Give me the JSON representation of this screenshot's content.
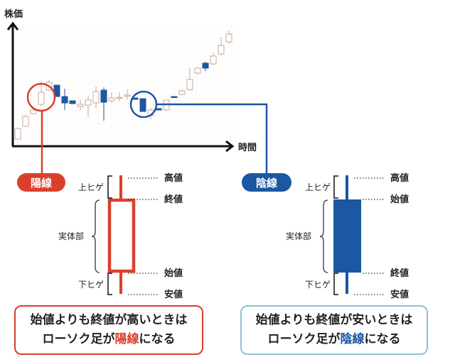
{
  "colors": {
    "yang": "#d9402c",
    "yin": "#1b57a2",
    "grid": "#f1e7e4",
    "candle_light": "#c9a898",
    "blue_box_border": "#8fc1dc"
  },
  "chart": {
    "y_axis_label": "株価",
    "x_axis_label": "時間",
    "candles": [
      {
        "o": 4,
        "c": 19,
        "h": 20,
        "l": 3
      },
      {
        "o": 22,
        "c": 36,
        "h": 38,
        "l": 21
      },
      {
        "o": 40,
        "c": 45,
        "h": 49,
        "l": 39
      },
      {
        "o": 53,
        "c": 70,
        "h": 85,
        "l": 50
      },
      {
        "o": 73,
        "c": 84,
        "h": 88,
        "l": 72
      },
      {
        "o": 80,
        "c": 64,
        "h": 80,
        "l": 64
      },
      {
        "o": 64,
        "c": 55,
        "h": 75,
        "l": 45
      },
      {
        "o": 58,
        "c": 54,
        "h": 58,
        "l": 54
      },
      {
        "o": 50,
        "c": 53,
        "h": 60,
        "l": 45
      },
      {
        "o": 52,
        "c": 59,
        "h": 65,
        "l": 35
      },
      {
        "o": 55,
        "c": 71,
        "h": 78,
        "l": 47
      },
      {
        "o": 73,
        "c": 56,
        "h": 77,
        "l": 30
      },
      {
        "o": 58,
        "c": 62,
        "h": 70,
        "l": 55
      },
      {
        "o": 63,
        "c": 63,
        "h": 70,
        "l": 57
      },
      {
        "o": 66,
        "c": 66,
        "h": 74,
        "l": 60
      },
      {
        "o": 62,
        "c": 60,
        "h": 62,
        "l": 60
      },
      {
        "o": 61,
        "c": 43,
        "h": 61,
        "l": 43
      },
      {
        "o": 37,
        "c": 45,
        "h": 48,
        "l": 32
      },
      {
        "o": 47,
        "c": 45,
        "h": 47,
        "l": 45
      },
      {
        "o": 45,
        "c": 59,
        "h": 60,
        "l": 44
      },
      {
        "o": 64,
        "c": 63,
        "h": 64,
        "l": 63
      },
      {
        "o": 67,
        "c": 72,
        "h": 74,
        "l": 66
      },
      {
        "o": 74,
        "c": 88,
        "h": 105,
        "l": 72
      },
      {
        "o": 97,
        "c": 104,
        "h": 106,
        "l": 95
      },
      {
        "o": 111,
        "c": 104,
        "h": 113,
        "l": 100
      },
      {
        "o": 110,
        "c": 121,
        "h": 126,
        "l": 108
      },
      {
        "o": 124,
        "c": 136,
        "h": 148,
        "l": 122
      },
      {
        "o": 141,
        "c": 152,
        "h": 157,
        "l": 139
      }
    ]
  },
  "yang": {
    "pill": "陽線",
    "upper_shadow": "上ヒゲ",
    "real_body": "実体部",
    "lower_shadow": "下ヒゲ",
    "labels": [
      "高値",
      "終値",
      "始値",
      "安値"
    ],
    "box_line1": "始値よりも終値が高いときは",
    "box_line2_pre": "ローソク足が",
    "box_line2_em": "陽線",
    "box_line2_post": "になる"
  },
  "yin": {
    "pill": "陰線",
    "upper_shadow": "上ヒゲ",
    "real_body": "実体部",
    "lower_shadow": "下ヒゲ",
    "labels": [
      "高値",
      "始値",
      "終値",
      "安値"
    ],
    "box_line1": "始値よりも終値が安いときは",
    "box_line2_pre": "ローソク足が",
    "box_line2_em": "陰線",
    "box_line2_post": "になる"
  }
}
